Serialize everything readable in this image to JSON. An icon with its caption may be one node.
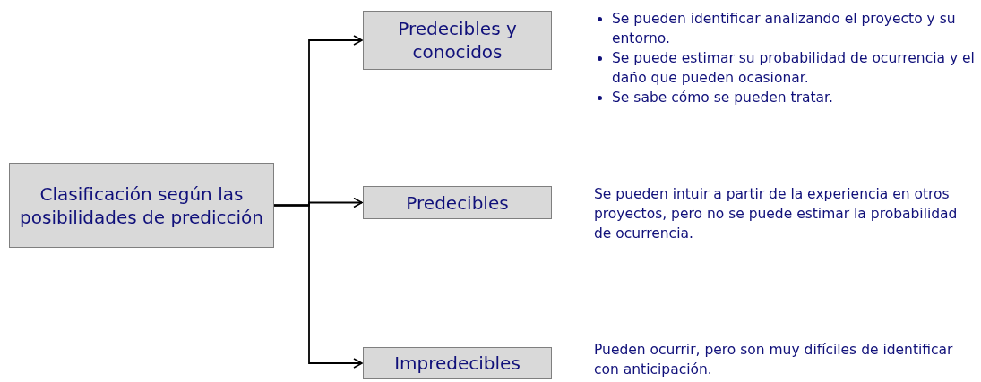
{
  "diagram": {
    "nodes": [
      {
        "text": [
          "Clasificación según las posibilidades de predicción"
        ]
      },
      {
        "text": [
          "Predecibles y conocidos"
        ],
        "beside": [
          "Se pueden identificar analizando el proyecto y su entorno.",
          "Se puede estimar su probabilidad de ocurrencia y el daño que pueden ocasionar.",
          "Se sabe cómo se pueden tratar."
        ]
      },
      {
        "text": [
          "Predecibles"
        ],
        "beside": [
          "Se pueden intuir a partir de la experiencia en otros proyectos, pero no se puede estimar la probabilidad de ocurrencia."
        ]
      },
      {
        "text": [
          "Impredecibles"
        ],
        "beside": [
          "Pueden ocurrir, pero son muy difíciles de identificar con anticipación."
        ]
      }
    ],
    "edges": [
      {
        "from": 0,
        "to": 1,
        "arrow": "to"
      },
      {
        "from": 0,
        "to": 2,
        "arrow": "to"
      },
      {
        "from": 0,
        "to": 3,
        "arrow": "to"
      }
    ]
  }
}
